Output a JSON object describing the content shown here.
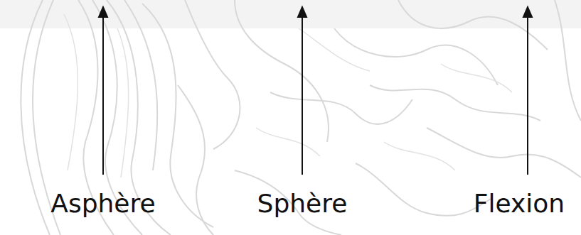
{
  "diagram": {
    "labels": [
      "Asphère",
      "Sphère",
      "Flexion"
    ]
  }
}
